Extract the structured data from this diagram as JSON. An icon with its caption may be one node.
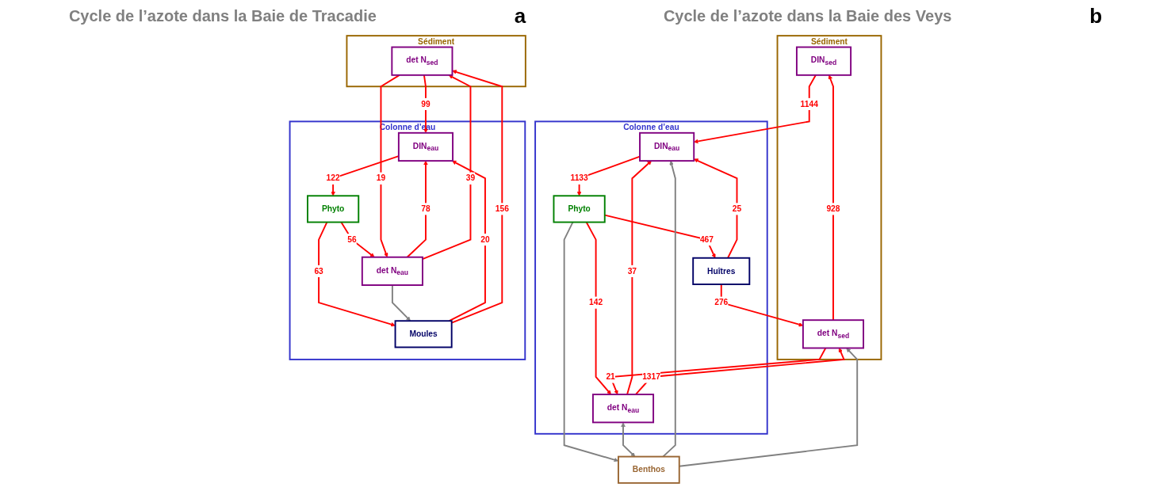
{
  "diagram": {
    "nodes": [
      {
        "text": [
          "Colonne d’eau"
        ]
      },
      {
        "text": [
          "DIN$_{eau}$"
        ],
        "in": 0
      },
      {
        "text": [
          "Phyto"
        ],
        "in": 0
      },
      {
        "text": [
          "Moules"
        ],
        "in": 0
      },
      {
        "text": [
          "det N$_{eau}$"
        ],
        "in": 0
      },
      {
        "text": [
          "Sédiment"
        ]
      },
      {
        "text": [
          "det N$_{sed}$"
        ],
        "in": 5
      },
      {
        "text": [
          "Colonne d’eau"
        ]
      },
      {
        "text": [
          "DIN$_{eau}$"
        ],
        "in": 7
      },
      {
        "text": [
          "Phyto"
        ],
        "in": 7
      },
      {
        "text": [
          "Huîtres"
        ],
        "in": 7
      },
      {
        "text": [
          "det N$_{eau}$"
        ],
        "in": 7
      },
      {
        "text": [
          "Benthos"
        ]
      },
      {
        "text": [
          "Sédiment"
        ]
      },
      {
        "text": [
          "DIN$_{sed}$"
        ],
        "in": 13
      },
      {
        "text": [
          "det N$_{sed}$"
        ],
        "in": 13
      }
    ],
    "edges": [
      {
        "from": 6,
        "to": 1,
        "arrow": "to",
        "label": "99"
      },
      {
        "from": 1,
        "to": 2,
        "arrow": "to",
        "label": "122"
      },
      {
        "from": 3,
        "to": 1,
        "arrow": "to",
        "label": "20"
      },
      {
        "from": 4,
        "to": 1,
        "arrow": "to",
        "label": "78"
      },
      {
        "from": 2,
        "to": 3,
        "arrow": "to",
        "label": "63"
      },
      {
        "from": 2,
        "to": 4,
        "arrow": "to",
        "label": "56"
      },
      {
        "from": 4,
        "to": 3,
        "arrow": "to",
        "color": "#808080"
      },
      {
        "from": 4,
        "to": 6,
        "arrow": "to",
        "label": "39"
      },
      {
        "from": 6,
        "to": 4,
        "arrow": "to",
        "label": "19"
      },
      {
        "from": 3,
        "to": 6,
        "arrow": "to",
        "label": "156"
      },
      {
        "from": 14,
        "to": 8,
        "arrow": "to",
        "label": "1144"
      },
      {
        "from": 8,
        "to": 9,
        "arrow": "to",
        "label": "1133"
      },
      {
        "from": 10,
        "to": 8,
        "arrow": "to",
        "label": "25"
      },
      {
        "from": 11,
        "to": 8,
        "arrow": "to",
        "label": "37"
      },
      {
        "from": 9,
        "to": 10,
        "arrow": "to",
        "label": "467"
      },
      {
        "from": 9,
        "to": 11,
        "arrow": "to",
        "label": "142"
      },
      {
        "from": 12,
        "to": 8,
        "arrow": "to",
        "color": "#808080"
      },
      {
        "from": 9,
        "to": 12,
        "arrow": "to",
        "color": "#808080"
      },
      {
        "from": 11,
        "to": 12,
        "arrow": "both",
        "color": "#808080"
      },
      {
        "from": 11,
        "to": 15,
        "arrow": "to",
        "label": "1317"
      },
      {
        "from": 15,
        "to": 11,
        "arrow": "to",
        "label": "21"
      },
      {
        "from": 15,
        "to": 14,
        "arrow": "to",
        "label": "928"
      },
      {
        "from": 12,
        "to": 15,
        "arrow": "to",
        "color": "#808080"
      },
      {
        "from": 10,
        "to": 15,
        "arrow": "to",
        "label": "276"
      }
    ],
    "labels": [
      "Cycle de l’azote dans la Baie de Tracadie",
      "a",
      "Cycle de l’azote dans la Baie des Veys",
      "b"
    ]
  }
}
